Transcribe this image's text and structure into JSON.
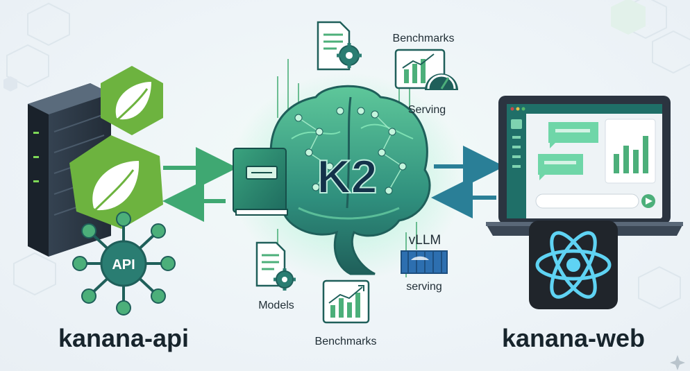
{
  "center": {
    "title": "K2"
  },
  "left": {
    "api_badge": "API",
    "caption": "kanana-api"
  },
  "right": {
    "caption": "kanana-web"
  },
  "satellites": {
    "benchmarks_top": "Benchmarks",
    "serving_top": "Serving",
    "models": "Models",
    "benchmarks_bottom": "Benchmarks",
    "vllm": "vLLM",
    "serving_bottom": "serving"
  },
  "colors": {
    "brain_dark": "#1f5f5a",
    "brain_light": "#5ec79a",
    "spring_green": "#6db33f",
    "react_blue": "#5fd3f3",
    "arrow_green": "#4caf7a",
    "arrow_teal": "#2e8fa6"
  }
}
